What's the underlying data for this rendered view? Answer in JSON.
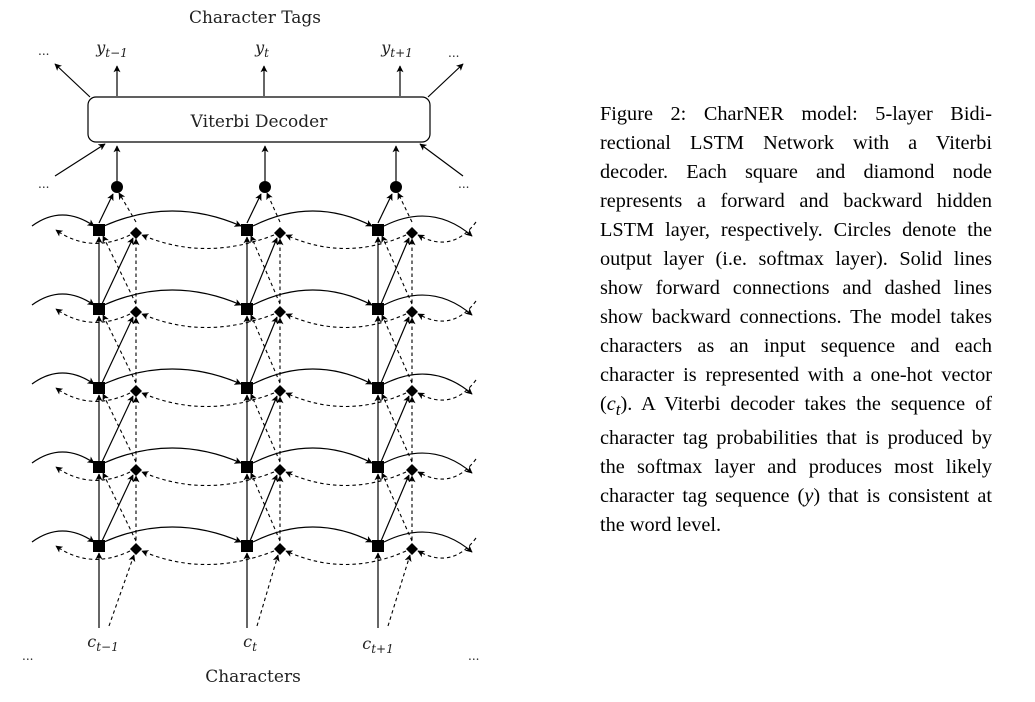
{
  "figure": {
    "top_label": "Character Tags",
    "bottom_label": "Characters",
    "decoder_label": "Viterbi Decoder",
    "ellipsis": "...",
    "outputs": [
      {
        "base": "y",
        "sub": "t−1"
      },
      {
        "base": "y",
        "sub": "t"
      },
      {
        "base": "y",
        "sub": "t+1"
      }
    ],
    "inputs": [
      {
        "base": "c",
        "sub": "t−1"
      },
      {
        "base": "c",
        "sub": "t"
      },
      {
        "base": "c",
        "sub": "t+1"
      }
    ],
    "lstm_layers": 5
  },
  "caption": {
    "text_1": "Figure 2: CharNER model: 5-layer Bidi­rectional LSTM Network with a Viterbi decoder. Each square and diamond node represents a forward and backward hid­den LSTM layer, respectively. Circles de­note the output layer (i.e. softmax layer). Solid lines show forward connections and dashed lines show backward connections. The model takes characters as an input se­quence and each character is represented with a one-hot vector (",
    "math_1_base": "c",
    "math_1_sub": "t",
    "text_2": "). A Viterbi de­coder takes the sequence of character tag probabilities that is produced by the soft­max layer and produces most likely char­acter tag sequence (",
    "math_2": "y",
    "text_3": ") that is consistent at the word level."
  }
}
